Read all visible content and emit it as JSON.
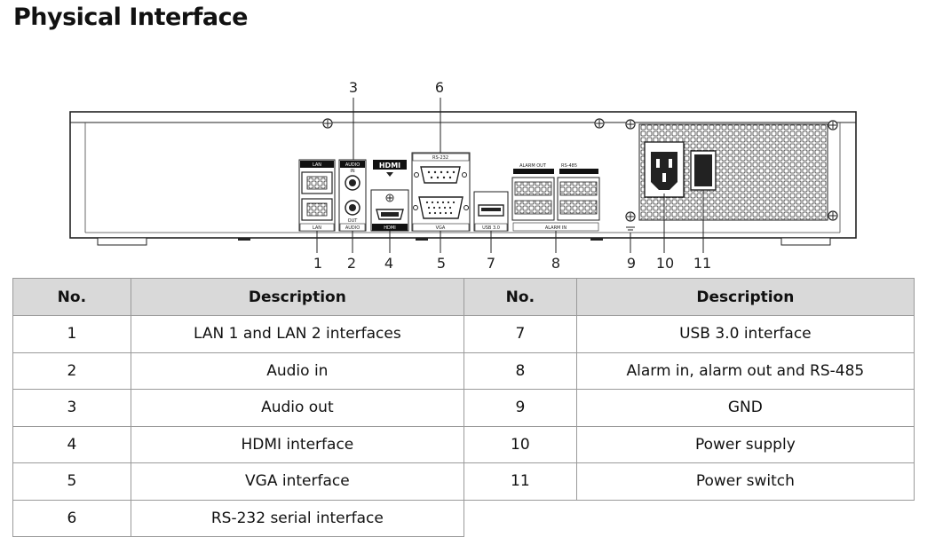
{
  "page": {
    "title": "Physical Interface"
  },
  "panel": {
    "lan_top_label": "LAN",
    "lan_bottom_label": "LAN",
    "audio_in_label": "AUDIO",
    "audio_in_sub": "IN",
    "audio_out_label": "AUDIO",
    "audio_out_sub": "OUT",
    "hdmi_logo": "HDMI",
    "hdmi_label": "HDMI",
    "rs232_label": "RS-232",
    "vga_label": "VGA",
    "usb_label": "USB 3.0",
    "alarm_out_label": "ALARM OUT",
    "rs485_label": "RS-485",
    "alarm_in_label": "ALARM IN"
  },
  "callouts": [
    "1",
    "2",
    "3",
    "4",
    "5",
    "6",
    "7",
    "8",
    "9",
    "10",
    "11"
  ],
  "table": {
    "headers": {
      "no": "No.",
      "description": "Description"
    },
    "left_rows": [
      {
        "no": "1",
        "desc": "LAN 1 and LAN 2 interfaces"
      },
      {
        "no": "2",
        "desc": "Audio in"
      },
      {
        "no": "3",
        "desc": "Audio out"
      },
      {
        "no": "4",
        "desc": "HDMI interface"
      },
      {
        "no": "5",
        "desc": "VGA interface"
      },
      {
        "no": "6",
        "desc": "RS-232 serial interface"
      }
    ],
    "right_rows": [
      {
        "no": "7",
        "desc": "USB 3.0 interface"
      },
      {
        "no": "8",
        "desc": "Alarm in, alarm out and RS-485"
      },
      {
        "no": "9",
        "desc": "GND"
      },
      {
        "no": "10",
        "desc": "Power supply"
      },
      {
        "no": "11",
        "desc": "Power switch"
      }
    ]
  }
}
